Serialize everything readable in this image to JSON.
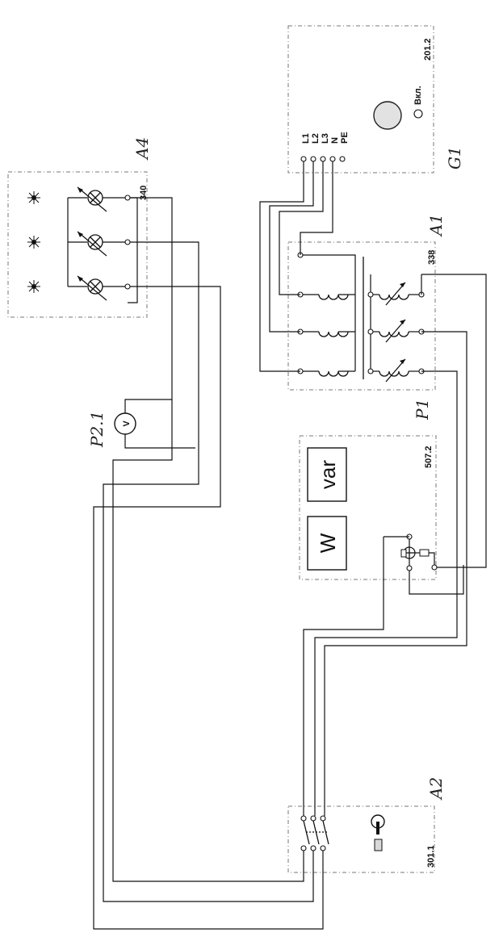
{
  "modules": {
    "g1": {
      "label": "G1",
      "number": "201.2",
      "switch_label": "Вкл.",
      "phases": [
        "L1",
        "L2",
        "L3",
        "N",
        "PE"
      ]
    },
    "a1": {
      "label": "A1",
      "number": "338"
    },
    "a4": {
      "label": "A4",
      "number": "340"
    },
    "p21": {
      "label": "P2.1",
      "meter": "V"
    },
    "p1": {
      "label": "P1",
      "number": "507.2",
      "displays": [
        "W",
        "var"
      ]
    },
    "a2": {
      "label": "A2",
      "number": "301.1"
    }
  }
}
